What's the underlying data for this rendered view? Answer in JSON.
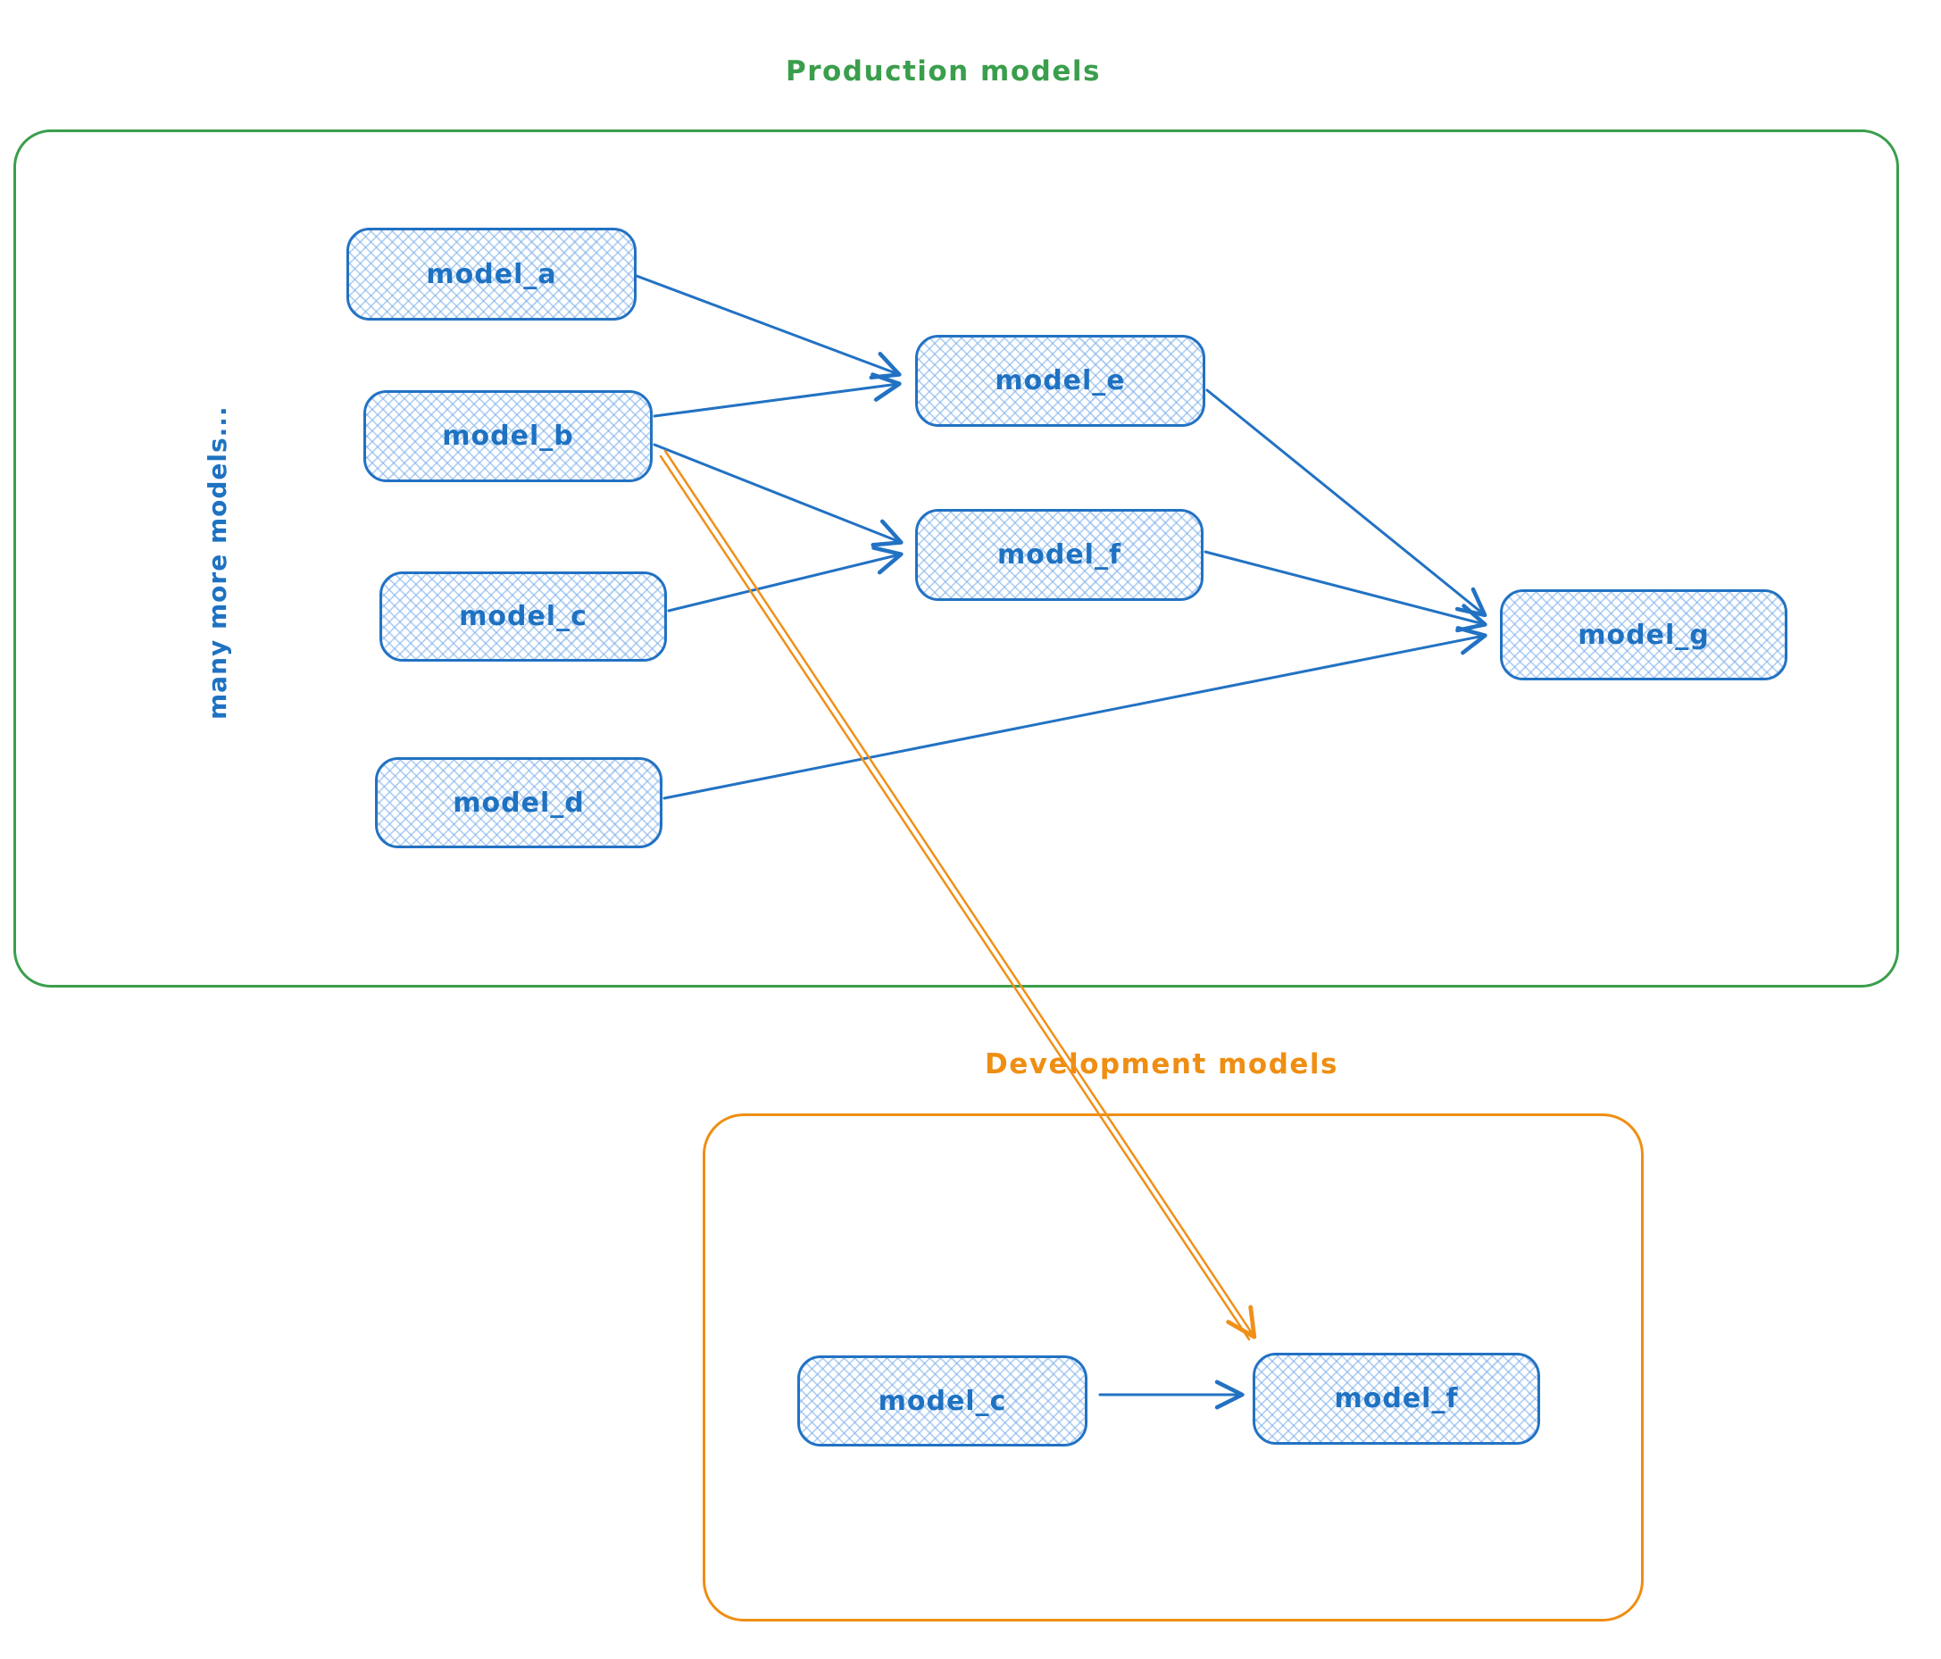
{
  "diagram": {
    "production": {
      "title": "Production models",
      "side_note": "many more models...",
      "nodes": {
        "model_a": {
          "label": "model_a"
        },
        "model_b": {
          "label": "model_b"
        },
        "model_c": {
          "label": "model_c"
        },
        "model_d": {
          "label": "model_d"
        },
        "model_e": {
          "label": "model_e"
        },
        "model_f": {
          "label": "model_f"
        },
        "model_g": {
          "label": "model_g"
        }
      }
    },
    "development": {
      "title": "Development models",
      "nodes": {
        "model_c": {
          "label": "model_c"
        },
        "model_f": {
          "label": "model_f"
        }
      }
    },
    "edges": [
      {
        "from": "production.model_a",
        "to": "production.model_e",
        "color": "blue"
      },
      {
        "from": "production.model_b",
        "to": "production.model_e",
        "color": "blue"
      },
      {
        "from": "production.model_b",
        "to": "production.model_f",
        "color": "blue"
      },
      {
        "from": "production.model_c",
        "to": "production.model_f",
        "color": "blue"
      },
      {
        "from": "production.model_d",
        "to": "production.model_g",
        "color": "blue"
      },
      {
        "from": "production.model_e",
        "to": "production.model_g",
        "color": "blue"
      },
      {
        "from": "production.model_f",
        "to": "production.model_g",
        "color": "blue"
      },
      {
        "from": "production.model_b",
        "to": "development.model_f",
        "color": "orange"
      },
      {
        "from": "development.model_c",
        "to": "development.model_f",
        "color": "blue"
      }
    ],
    "colors": {
      "production_outline": "#3a9e4c",
      "development_outline": "#ef8e12",
      "node_stroke": "#2272c3",
      "node_text": "#1f72c2",
      "blue_arrow": "#2272c3",
      "orange_arrow": "#f09018"
    }
  }
}
